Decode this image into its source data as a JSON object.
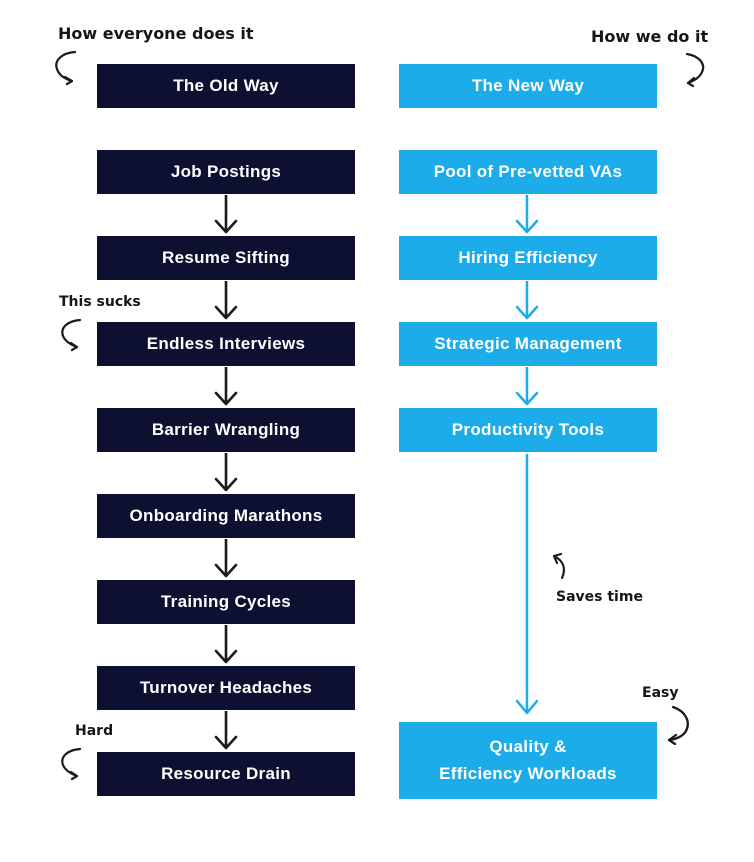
{
  "colors": {
    "background": "#ffffff",
    "old_way_box": "#0e1031",
    "new_way_box": "#1cace9",
    "box_text": "#ffffff",
    "annotation_ink": "#1b1b1b"
  },
  "annotations": {
    "old_top": "How everyone does it",
    "new_top": "How we do it",
    "old_middle": "This sucks",
    "new_middle": "Saves time",
    "old_bottom": "Hard",
    "new_bottom": "Easy"
  },
  "old_way": {
    "steps": [
      "The Old Way",
      "Job Postings",
      "Resume Sifting",
      "Endless Interviews",
      "Barrier Wrangling",
      "Onboarding Marathons",
      "Training Cycles",
      "Turnover Headaches",
      "Resource Drain"
    ]
  },
  "new_way": {
    "steps": [
      "The New Way",
      "Pool of Pre-vetted VAs",
      "Hiring Efficiency",
      "Strategic Management",
      "Productivity Tools"
    ],
    "final_step": {
      "line1": "Quality &",
      "line2": "Efficiency Workloads"
    }
  }
}
